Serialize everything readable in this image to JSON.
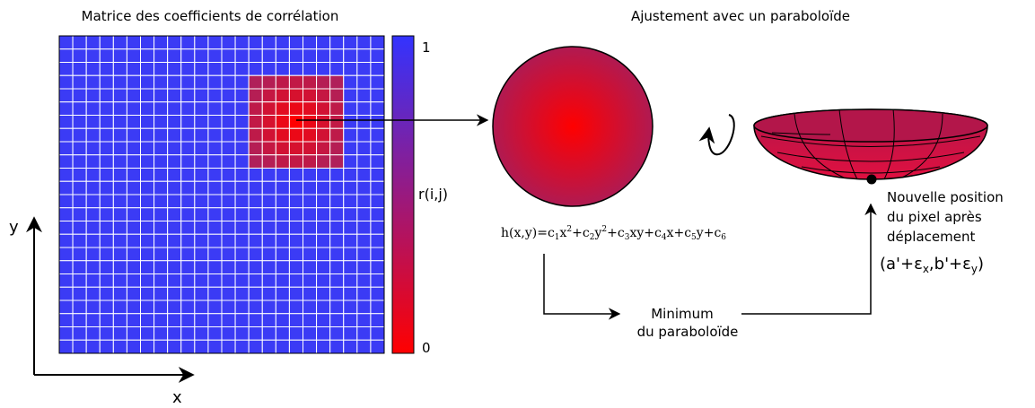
{
  "left_title": "Matrice des coefficients de corrélation",
  "right_title": "Ajustement avec un paraboloïde",
  "axis_x_label": "x",
  "axis_y_label": "y",
  "colorbar": {
    "top_label": "1",
    "bottom_label": "0",
    "middle_label": "r(i,j)",
    "color_top": "#3333ff",
    "color_bottom": "#ff0000"
  },
  "matrix": {
    "rows": 24,
    "cols": 24,
    "cell_color": "#3b3bf5",
    "highlight_rows": 7,
    "highlight_cols": 7,
    "highlight_outer": "#b0205a",
    "highlight_center": "#ff0000"
  },
  "formula": {
    "lhs": "h(x,y)=",
    "t1": "c",
    "t1_sub": "1",
    "t1_var": "x",
    "t1_sup": "2",
    "p1": "+",
    "t2": "c",
    "t2_sub": "2",
    "t2_var": "y",
    "t2_sup": "2",
    "p2": "+",
    "t3": "c",
    "t3_sub": "3",
    "t3_var": "xy",
    "p3": "+",
    "t4": "c",
    "t4_sub": "4",
    "t4_var": "x",
    "p4": "+",
    "t5": "c",
    "t5_sub": "5",
    "t5_var": "y",
    "p5": "+",
    "t6": "c",
    "t6_sub": "6"
  },
  "minimum_line1": "Minimum",
  "minimum_line2": "du paraboloïde",
  "new_position_line1": "Nouvelle position",
  "new_position_line2": "du pixel après",
  "new_position_line3": "déplacement",
  "result": {
    "open": "(a'+ε",
    "sub_x": "x",
    "mid": ",b'+ε",
    "sub_y": "y",
    "close": ")"
  },
  "colors": {
    "ellipse_outer": "#b51848",
    "ellipse_center": "#ff0000",
    "bowl": "#c8184a"
  }
}
